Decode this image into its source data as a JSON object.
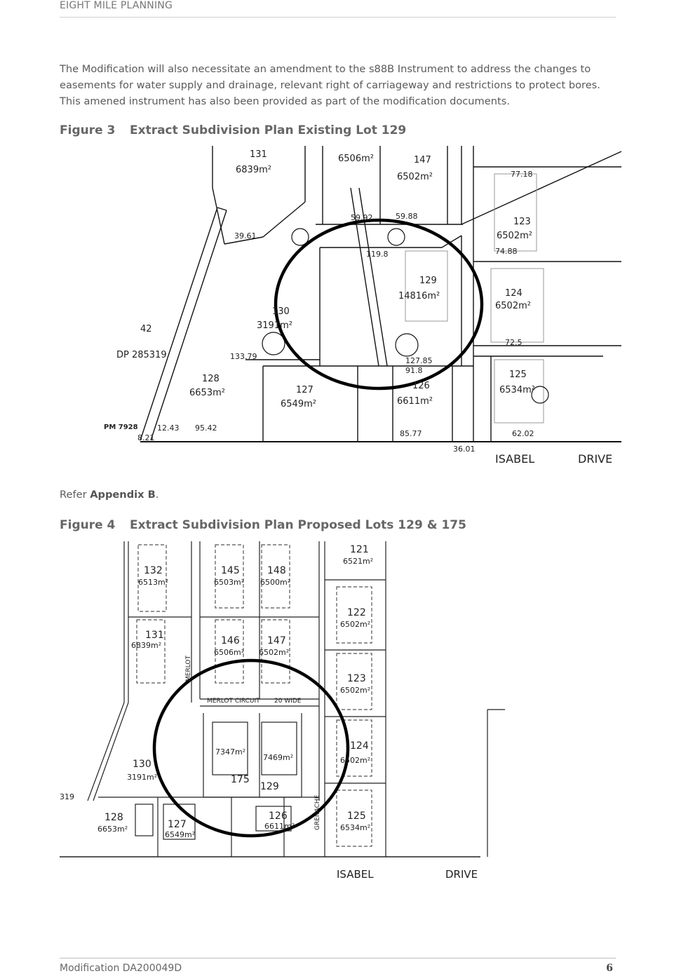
{
  "header": {
    "org": "EIGHT MILE PLANNING"
  },
  "intro_paragraph": "The Modification will also necessitate an amendment to the s88B Instrument to address the changes to easements for water supply and drainage, relevant right of carriageway and restrictions to protect bores. This amened instrument has also been provided as part of the modification documents.",
  "figure3": {
    "number": "Figure 3",
    "title": "Extract Subdivision Plan Existing Lot 129",
    "labels": {
      "lot131": "131",
      "area131": "6839m²",
      "lot147": "147",
      "area147": "6502m²",
      "area148top": "6506m²",
      "d77": "77.18",
      "lot123": "123",
      "area123": "6502m²",
      "d7488": "74.88",
      "lot129": "129",
      "area129": "14816m²",
      "lot124": "124",
      "area124": "6502m²",
      "d725": "72.5",
      "lot125": "125",
      "area125": "6534m²",
      "lot130": "130",
      "area130": "3191m²",
      "lot128": "128",
      "area128": "6653m²",
      "lot127": "127",
      "area127": "6549m²",
      "lot126": "126",
      "area126": "6611m²",
      "d3961": "39.61",
      "d13379": "133.79",
      "d1198": "119.8",
      "d12785": "127.85",
      "d918": "91.8",
      "d5992": "59.92",
      "d5988": "59.88",
      "d9542": "95.42",
      "d1243": "12.43",
      "d8577": "85.77",
      "d6202": "62.02",
      "d3601": "36.01",
      "lot42": "42",
      "dp": "DP 285319",
      "pm": "PM 7928",
      "d821": "8.21",
      "isabel": "ISABEL",
      "drive": "DRIVE"
    }
  },
  "refer": {
    "prefix": "Refer ",
    "link": "Appendix B",
    "suffix": "."
  },
  "figure4": {
    "number": "Figure 4",
    "title": "Extract Subdivision Plan Proposed Lots 129 & 175",
    "labels": {
      "lot132": "132",
      "area132": "6513m²",
      "lot145": "145",
      "area145": "6503m²",
      "lot148": "148",
      "area148": "6500m²",
      "lot121": "121",
      "area121": "6521m²",
      "lot131": "131",
      "area131": "6839m²",
      "lot146": "146",
      "area146": "6506m²",
      "lot147": "147",
      "area147": "6502m²",
      "lot122": "122",
      "area122": "6502m²",
      "lot123": "123",
      "area123": "6502m²",
      "merlot": "MERLOT",
      "merlot_circuit": "MERLOT CIRCUIT",
      "wide": "20 WIDE",
      "area175": "7347m²",
      "lot175": "175",
      "area129": "7469m²",
      "lot129": "129",
      "lot124": "124",
      "area124": "6502m²",
      "lot130": "130",
      "area130": "3191m²",
      "lot128": "128",
      "area128": "6653m²",
      "lot127": "127",
      "area127": "6549m²",
      "lot126": "126",
      "area126": "6611m²",
      "lot125": "125",
      "area125": "6534m²",
      "grenache": "GRENACHE",
      "d319": "319",
      "isabel": "ISABEL",
      "drive": "DRIVE"
    }
  },
  "footer": {
    "doc": "Modification DA200049D",
    "page": "6"
  }
}
